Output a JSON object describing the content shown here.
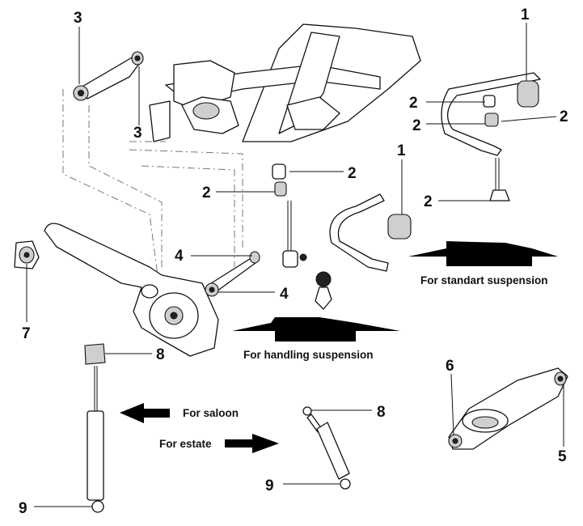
{
  "callouts": {
    "n1_top": "1",
    "n1_mid": "1",
    "n2_a": "2",
    "n2_b": "2",
    "n2_c": "2",
    "n2_d": "2",
    "n2_e": "2",
    "n2_f": "2",
    "n3_top": "3",
    "n3_bottom": "3",
    "n4_upper": "4",
    "n4_lower": "4",
    "n5": "5",
    "n6": "6",
    "n7": "7",
    "n8_left": "8",
    "n8_right": "8",
    "n9_left": "9",
    "n9_right": "9"
  },
  "captions": {
    "standard": "For standart suspension",
    "handling": "For handling suspension",
    "saloon": "For saloon",
    "estate": "For estate"
  },
  "icons": {
    "big_arrows": "up-pointing-flat-arrow",
    "saloon_arrow": "arrow-left-icon",
    "estate_arrow": "arrow-right-icon"
  }
}
